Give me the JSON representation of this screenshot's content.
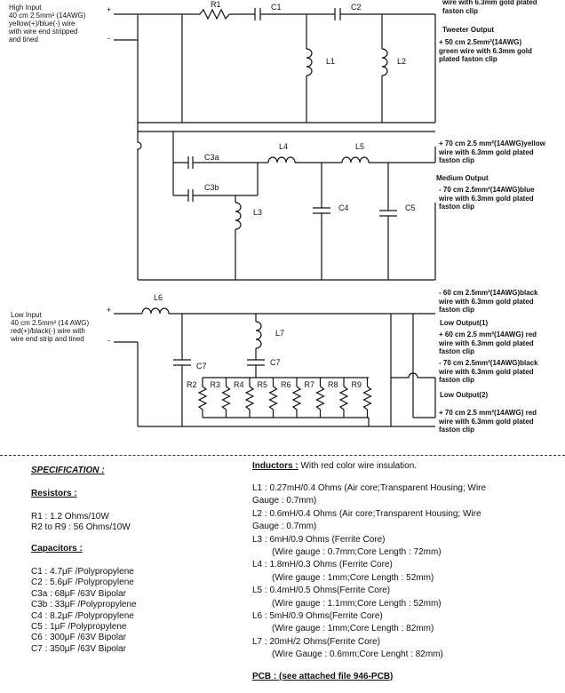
{
  "inputs": {
    "high": [
      "High Input",
      "40 cm 2.5mm² (14AWG)",
      "yellow(+)/blue(-) wire",
      "with wire end stripped",
      "and tined"
    ],
    "high_plus": "+",
    "high_minus": "-",
    "low": [
      "Low Input",
      "40 cm 2.5mm² (14 AWG)",
      "red(+)/black(-) wire with",
      "wire end strip and tined"
    ],
    "low_plus": "+",
    "low_minus": "-"
  },
  "components": {
    "R1": "R1",
    "C1": "C1",
    "C2": "C2",
    "L1": "L1",
    "L2": "L2",
    "C3a": "C3a",
    "C3b": "C3b",
    "L4": "L4",
    "L5": "L5",
    "L3": "L3",
    "C4": "C4",
    "C5": "C5",
    "L6": "L6",
    "L7": "L7",
    "C7a": "C7",
    "C7b": "C7",
    "resistors": [
      "R2",
      "R3",
      "R4",
      "R5",
      "R6",
      "R7",
      "R8",
      "R9"
    ]
  },
  "outputs": {
    "tweeter_top": [
      "wire with 6.3mm gold plated",
      "faston clip"
    ],
    "tweeter_title": "Tweeter Output",
    "tweeter_plus": [
      "+ 50 cm 2.5mm²(14AWG)",
      "green wire with 6.3mm gold",
      "plated faston clip"
    ],
    "medium_plus": [
      "+ 70 cm 2.5 mm²(14AWG)yellow",
      "wire with 6.3mm gold plated",
      "faston clip"
    ],
    "medium_title": "Medium Output",
    "medium_minus": [
      "- 70 cm 2.5mm²(14AWG)blue",
      "wire with 6.3mm gold plated",
      "faston clip"
    ],
    "low_minus1": [
      "- 60 cm 2.5mm²(14AWG)black",
      "wire with 6.3mm gold plated",
      "faston clip"
    ],
    "low1_title": "Low Output(1)",
    "low_plus1": [
      "+ 60 cm 2.5 mm²(14AWG) red",
      "wire with 6.3mm gold plated",
      "faston clip"
    ],
    "low_minus2": [
      "- 70 cm 2.5mm²(14AWG)black",
      "wire with 6.3mm gold plated",
      "faston clip"
    ],
    "low2_title": "Low Output(2)",
    "low_plus2": [
      "+ 70 cm 2.5 mm²(14AWG) red",
      "wire with 6.3mm gold plated",
      "faston clip"
    ]
  },
  "spec": {
    "title": "SPECIFICATION :",
    "resistors_title": "Resistors :",
    "resistors": [
      "R1 : 1.2 Ohms/10W",
      "R2 to R9 : 56 Ohms/10W"
    ],
    "capacitors_title": "Capacitors :",
    "capacitors": [
      "C1 : 4.7μF /Polypropylene",
      "C2 : 5.6μF /Polypropylene",
      "C3a : 68μF /63V Bipolar",
      "C3b : 33μF /Polypropylene",
      "C4 : 8.2μF /Polypropylene",
      "C5 : 1μF /Polypropylene",
      "C6 : 300μF /63V Bipolar",
      "C7 : 350μF /63V Bipolar"
    ],
    "inductors_title": "Inductors :",
    "inductors_note": " With red color wire insulation.",
    "inductors": [
      "L1 : 0.27mH/0.4 Ohms (Air core;Transparent Housing; Wire",
      "Gauge : 0.7mm)",
      "L2 : 0.6mH/0.4 Ohms (Air core;Transparent Housing; Wire",
      "Gauge : 0.7mm)",
      "L3 : 6mH/0.9 Ohms (Ferrite Core)",
      "(Wire gauge : 0.7mm;Core Length : 72mm)",
      "L4 : 1.8mH/0.3 Ohms (Ferrite Core)",
      "(Wire gauge : 1mm;Core Length : 52mm)",
      "L5 : 0.4mH/0.5 Ohms(Ferrite Core)",
      "(Wire gauge : 1.1mm;Core Length : 52mm)",
      "L6 : 5mH/0.9 Ohms(Ferrite Core)",
      "(Wire gauge : 1mm;Core Length : 82mm)",
      "L7 : 20mH/2 Ohms(Ferrite Core)",
      "(Wire Gauge : 0.6mm;Core Lenght : 82mm)"
    ],
    "pcb": "PCB : (see attached file 946-PCB)"
  }
}
